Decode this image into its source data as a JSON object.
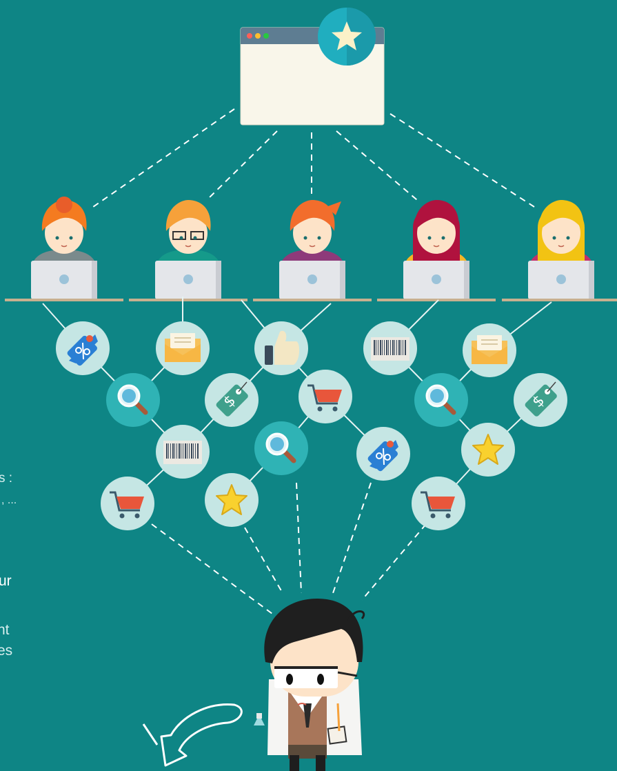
{
  "colors": {
    "background": "#0e8585",
    "dashed_line": "#ffffff",
    "node_circle": "#c5e6e4",
    "node_circle_dark": "#2fb3b5",
    "desk": "#c8b08f",
    "laptop": "#e4e6ea",
    "window_titlebar": "#5e7d92",
    "window_body": "#f9f6ea",
    "star_badge": "#20aebf"
  },
  "browser_window": {
    "traffic_lights": [
      "#ff5f57",
      "#ffbd2e",
      "#28c840"
    ],
    "badge_icon": "star-icon"
  },
  "users": [
    {
      "name": "user-1",
      "hair": "#f47b20",
      "shirt": "#7a8a8c",
      "style": "bun"
    },
    {
      "name": "user-2",
      "hair": "#f6a13a",
      "shirt": "#159a8a",
      "style": "glasses"
    },
    {
      "name": "user-3",
      "hair": "#f26d2c",
      "shirt": "#8e3a7a",
      "style": "spiky"
    },
    {
      "name": "user-4",
      "hair": "#b0123e",
      "shirt": "#f6b526",
      "style": "long"
    },
    {
      "name": "user-5",
      "hair": "#f2c313",
      "shirt": "#c2306a",
      "style": "bob"
    }
  ],
  "event_icons": [
    {
      "icon": "discount-tag-icon"
    },
    {
      "icon": "envelope-icon"
    },
    {
      "icon": "thumbs-up-icon"
    },
    {
      "icon": "barcode-icon"
    },
    {
      "icon": "envelope-icon"
    },
    {
      "icon": "magnifier-icon"
    },
    {
      "icon": "price-tag-icon"
    },
    {
      "icon": "shopping-cart-icon"
    },
    {
      "icon": "magnifier-icon"
    },
    {
      "icon": "price-tag-icon"
    },
    {
      "icon": "barcode-icon"
    },
    {
      "icon": "magnifier-icon"
    },
    {
      "icon": "discount-tag-icon"
    },
    {
      "icon": "star-icon"
    },
    {
      "icon": "shopping-cart-icon"
    },
    {
      "icon": "star-icon"
    },
    {
      "icon": "shopping-cart-icon"
    }
  ],
  "side_text": {
    "line_1": "s :",
    "line_2": ", ...",
    "line_3": "ur",
    "line_4": "nt",
    "line_5": "es"
  },
  "analyst": {
    "icon": "data-analyst-icon",
    "arrow": "curved-arrow-icon"
  }
}
